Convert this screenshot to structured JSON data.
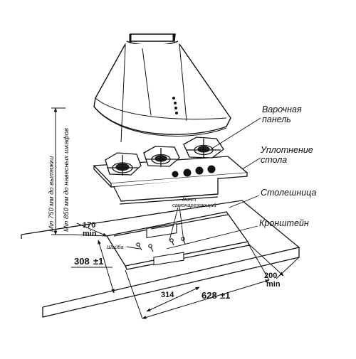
{
  "labels": {
    "hob_line1": "Варочная",
    "hob_line2": "панель",
    "seal_line1": "Уплотнение",
    "seal_line2": "стола",
    "countertop": "Столешница",
    "bracket": "Кронштейн",
    "screws_line1": "Винт",
    "screws_line2": "самонарезающий",
    "washer": "Шайба"
  },
  "dimensions": {
    "min_hood": "Min 750 мм до вытяжки",
    "min_cabinet": "Min 850 мм до навесных шкафов",
    "d170": "170",
    "d170_min": "min",
    "d308": "308",
    "d308_tol": "±1",
    "d200": "200",
    "d200_min": "min",
    "d314": "314",
    "d628": "628",
    "d628_tol": "±1"
  }
}
